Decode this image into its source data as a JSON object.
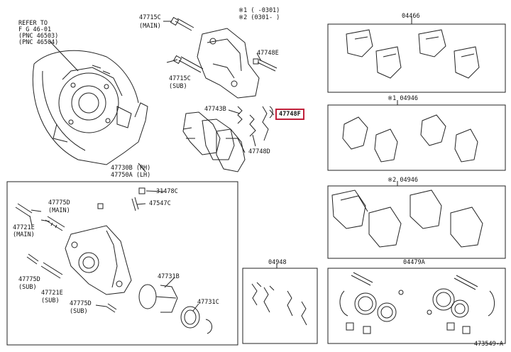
{
  "diagram": {
    "top_notes": {
      "line1": "※1 (     -0301)",
      "line2": "※2 (0301-     )"
    },
    "labels": {
      "refer_to": "REFER TO",
      "fig": "F G 46-01",
      "pnc1": "(PNC 46503)",
      "pnc2": "(PNC 46504)",
      "p47715c_main": "47715C",
      "p47715c_main_sub": "(MAIN)",
      "p47748e": "47748E",
      "p47715c_sub": "47715C",
      "p47715c_sub_sub": "(SUB)",
      "p47743b": "47743B",
      "p47748f": "47748F",
      "p47748d": "47748D",
      "p47730b": "47730B (RH)",
      "p47750a": "47750A (LH)",
      "p04466": "04466",
      "p04946_1": "※1 04946",
      "p04946_2": "※2 04946",
      "p04479a": "04479A",
      "p31478c": "31478C",
      "p47775d_main": "47775D",
      "p47775d_main_sub": "(MAIN)",
      "p47547c": "47547C",
      "p47721e_main": "47721E",
      "p47721e_main_sub": "(MAIN)",
      "p47775d_sub": "47775D",
      "p47775d_sub_sub": "(SUB)",
      "p47721e_sub": "47721E",
      "p47721e_sub_sub": "(SUB)",
      "p47775d_sub2": "47775D",
      "p47775d_sub2_sub": "(SUB)",
      "p47731b": "47731B",
      "p47731c": "47731C",
      "p04948": "04948",
      "footer": "473549-A"
    },
    "highlight_color": "#c0203a"
  }
}
